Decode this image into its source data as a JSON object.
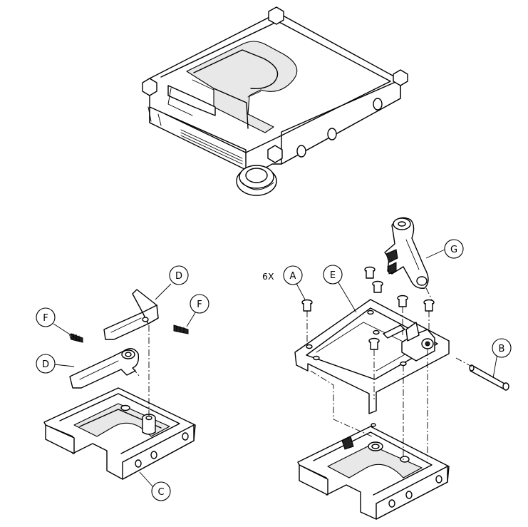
{
  "callouts": {
    "A": "A",
    "B": "B",
    "C": "C",
    "D1": "D",
    "D2": "D",
    "E": "E",
    "F1": "F",
    "F2": "F",
    "G": "G"
  },
  "quantity_label": "6X",
  "colors": {
    "line": "#000000",
    "background": "#ffffff",
    "shade": "#e8e8e8"
  }
}
